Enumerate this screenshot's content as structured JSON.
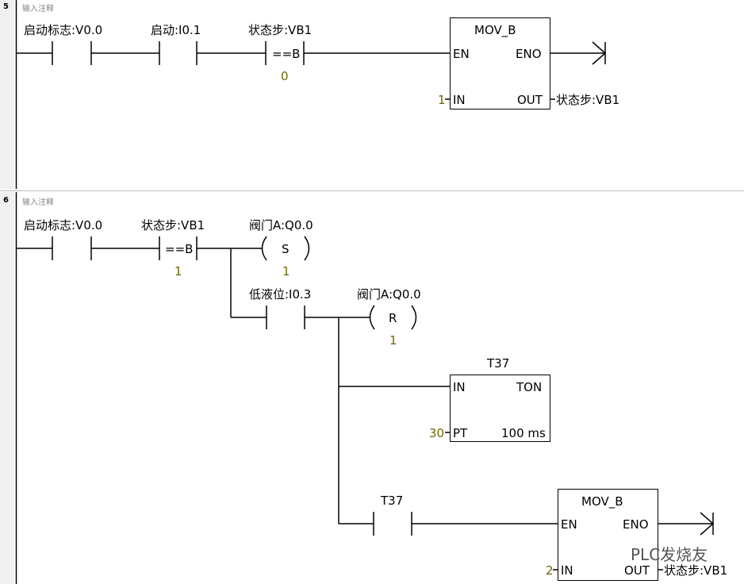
{
  "networks": [
    {
      "number": "5",
      "comment": "输入注释",
      "contact1_label": "启动标志:V0.0",
      "contact2_label": "启动:I0.1",
      "compare_label": "状态步:VB1",
      "compare_op": "==B",
      "compare_value": "0",
      "box": {
        "title": "MOV_B",
        "en": "EN",
        "eno": "ENO",
        "in": "IN",
        "out": "OUT",
        "in_value": "1",
        "out_value": "状态步:VB1"
      }
    },
    {
      "number": "6",
      "comment": "输入注释",
      "contact1_label": "启动标志:V0.0",
      "compare_label": "状态步:VB1",
      "compare_op": "==B",
      "compare_value": "1",
      "set_coil": {
        "label": "阀门A:Q0.0",
        "type": "S",
        "value": "1"
      },
      "contact_low_label": "低液位:I0.3",
      "reset_coil": {
        "label": "阀门A:Q0.0",
        "type": "R",
        "value": "1"
      },
      "timer": {
        "title": "T37",
        "type": "TON",
        "in": "IN",
        "pt": "PT",
        "pt_value": "30",
        "base": "100 ms"
      },
      "contact_t37_label": "T37",
      "box": {
        "title": "MOV_B",
        "en": "EN",
        "eno": "ENO",
        "in": "IN",
        "out": "OUT",
        "in_value": "2",
        "out_value": "状态步:VB1"
      }
    }
  ],
  "watermark": "PLC发烧友"
}
